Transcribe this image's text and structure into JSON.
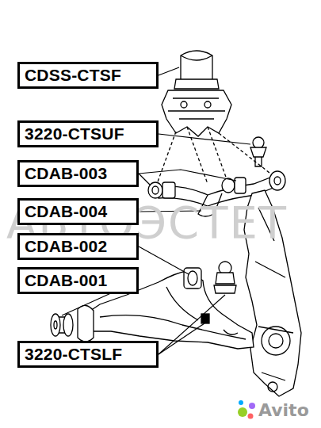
{
  "diagram": {
    "nodes": [
      {
        "text": [
          "CDSS-CTSF"
        ]
      },
      {
        "text": [
          "3220-CTSUF"
        ]
      },
      {
        "text": [
          "CDAB-003"
        ]
      },
      {
        "text": [
          "CDAB-004"
        ]
      },
      {
        "text": [
          "CDAB-002"
        ]
      },
      {
        "text": [
          "CDAB-001"
        ]
      },
      {
        "text": [
          "3220-CTSLF"
        ]
      }
    ],
    "labels": [
      "АВТОЭСТЕТ",
      "Avito"
    ]
  }
}
